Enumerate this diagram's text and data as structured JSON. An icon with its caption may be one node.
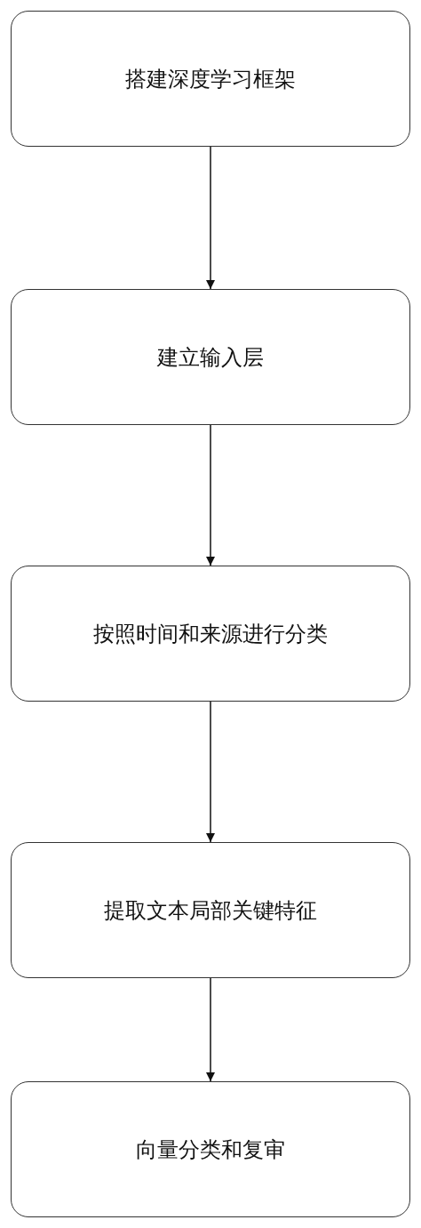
{
  "diagram": {
    "nodes": [
      {
        "text": [
          "搭建深度学习框架"
        ]
      },
      {
        "text": [
          "建立输入层"
        ]
      },
      {
        "text": [
          "按照时间和来源进行分类"
        ]
      },
      {
        "text": [
          "提取文本局部关键特征"
        ]
      },
      {
        "text": [
          "向量分类和复审"
        ]
      }
    ],
    "edges": [
      {
        "from": 0,
        "to": 1,
        "arrow": "to"
      },
      {
        "from": 1,
        "to": 2,
        "arrow": "to"
      },
      {
        "from": 2,
        "to": 3,
        "arrow": "to"
      },
      {
        "from": 3,
        "to": 4,
        "arrow": "to"
      }
    ]
  }
}
